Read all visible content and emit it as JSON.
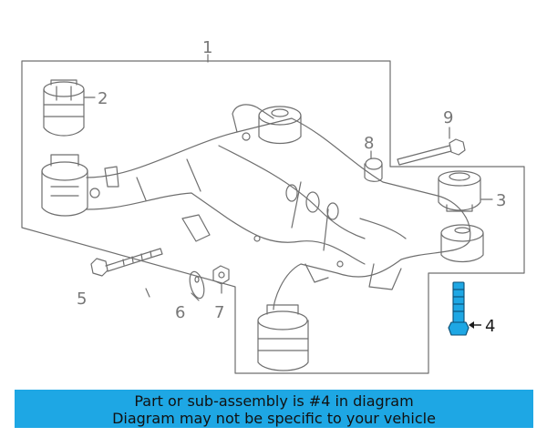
{
  "diagram": {
    "callouts": [
      {
        "id": "1",
        "highlighted": false
      },
      {
        "id": "2",
        "highlighted": false
      },
      {
        "id": "3",
        "highlighted": false
      },
      {
        "id": "4",
        "highlighted": true
      },
      {
        "id": "5",
        "highlighted": false
      },
      {
        "id": "6",
        "highlighted": false
      },
      {
        "id": "7",
        "highlighted": false
      },
      {
        "id": "8",
        "highlighted": false
      },
      {
        "id": "9",
        "highlighted": false
      }
    ],
    "highlight_color": "#1ea7e4",
    "line_color": "#6f6f6f"
  },
  "banner": {
    "line1": "Part or sub-assembly is #4 in diagram",
    "line2": "Diagram may not be specific to your vehicle",
    "background": "#1ea7e4"
  }
}
